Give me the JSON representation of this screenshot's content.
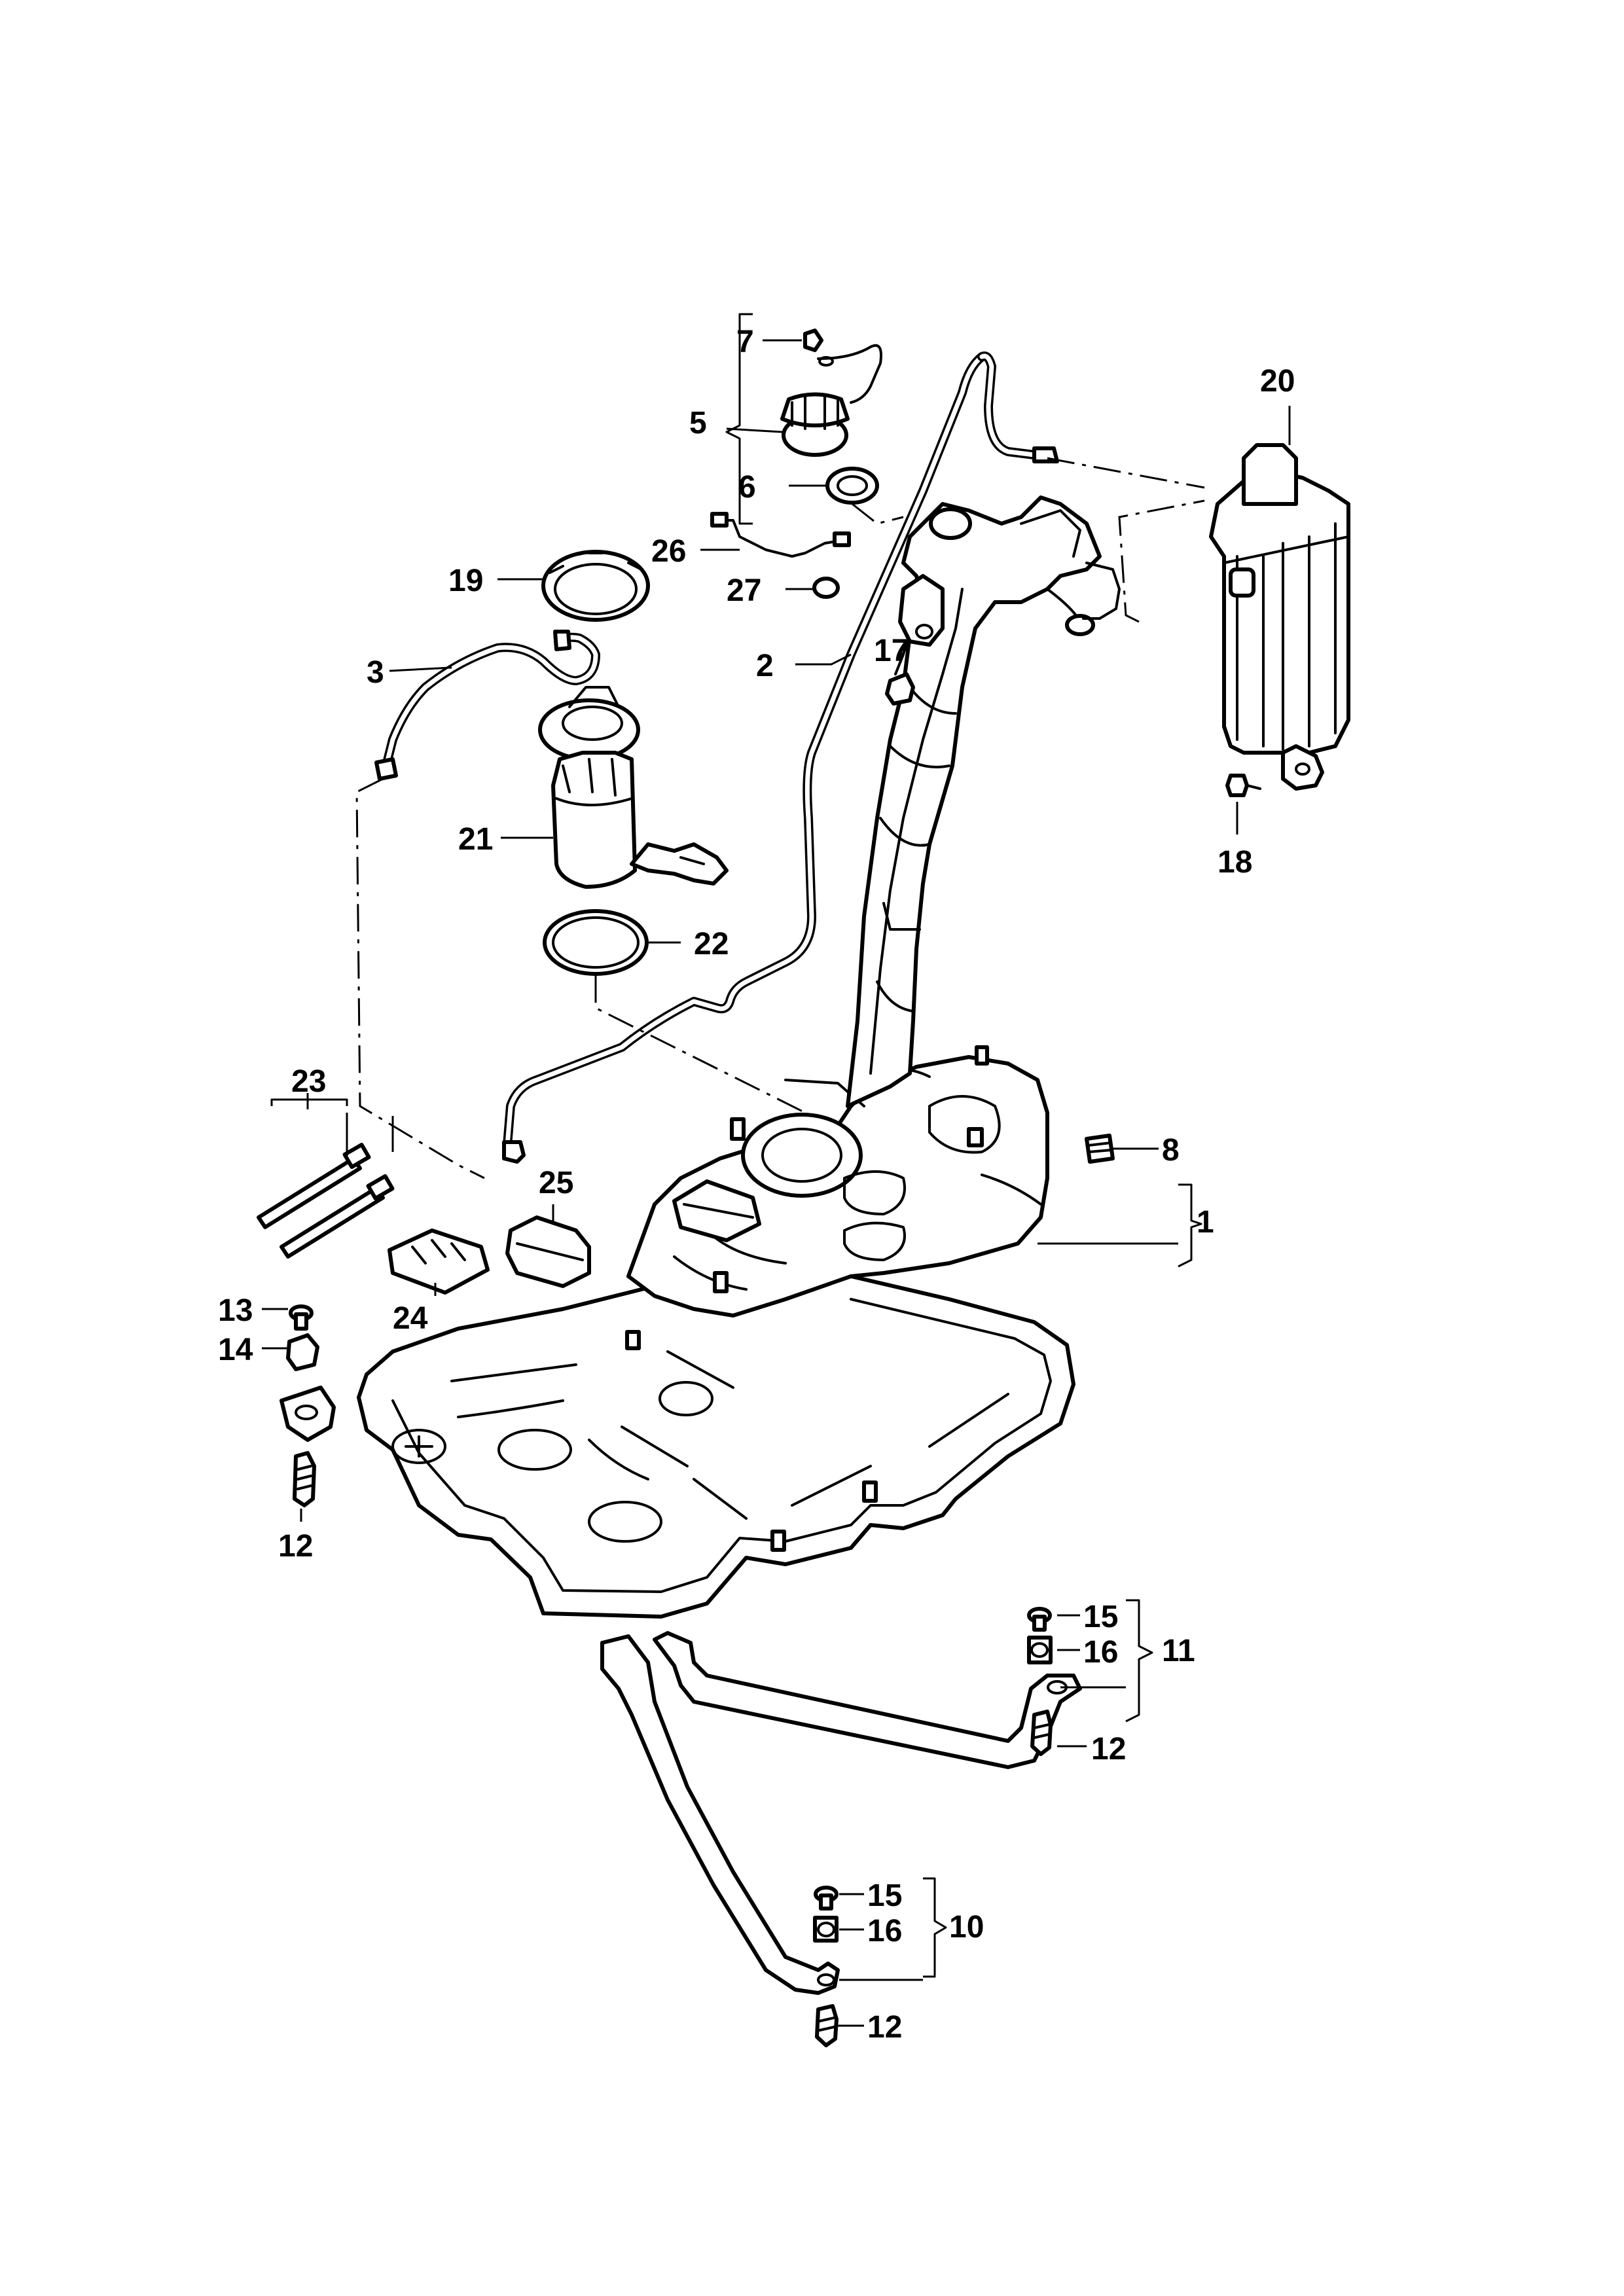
{
  "callouts": [
    {
      "id": "c1",
      "text": "1"
    },
    {
      "id": "c2",
      "text": "2"
    },
    {
      "id": "c3",
      "text": "3"
    },
    {
      "id": "c5",
      "text": "5"
    },
    {
      "id": "c6",
      "text": "6"
    },
    {
      "id": "c7",
      "text": "7"
    },
    {
      "id": "c8",
      "text": "8"
    },
    {
      "id": "c10",
      "text": "10"
    },
    {
      "id": "c11",
      "text": "11"
    },
    {
      "id": "c12a",
      "text": "12"
    },
    {
      "id": "c12b",
      "text": "12"
    },
    {
      "id": "c12c",
      "text": "12"
    },
    {
      "id": "c13",
      "text": "13"
    },
    {
      "id": "c14",
      "text": "14"
    },
    {
      "id": "c15a",
      "text": "15"
    },
    {
      "id": "c15b",
      "text": "15"
    },
    {
      "id": "c16a",
      "text": "16"
    },
    {
      "id": "c16b",
      "text": "16"
    },
    {
      "id": "c17",
      "text": "17"
    },
    {
      "id": "c18",
      "text": "18"
    },
    {
      "id": "c19",
      "text": "19"
    },
    {
      "id": "c20",
      "text": "20"
    },
    {
      "id": "c21",
      "text": "21"
    },
    {
      "id": "c22",
      "text": "22"
    },
    {
      "id": "c23",
      "text": "23"
    },
    {
      "id": "c24",
      "text": "24"
    },
    {
      "id": "c25",
      "text": "25"
    },
    {
      "id": "c26",
      "text": "26"
    },
    {
      "id": "c27",
      "text": "27"
    }
  ]
}
